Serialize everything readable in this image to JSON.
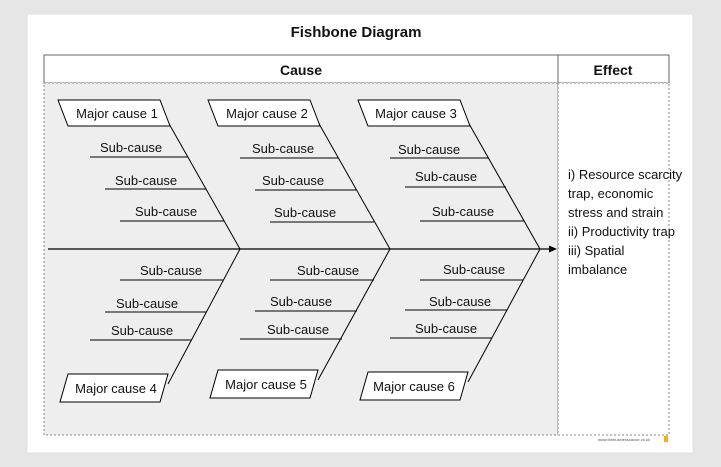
{
  "diagram": {
    "title": "Fishbone Diagram",
    "cause_header": "Cause",
    "effect_header": "Effect",
    "effect_lines": [
      "i) Resource scarcity trap, economic stress and strain",
      "ii) Productivity trap",
      "iii) Spatial imbalance"
    ],
    "major_causes": [
      "Major cause 1",
      "Major cause 2",
      "Major cause 3",
      "Major cause 4",
      "Major cause 5",
      "Major cause 6"
    ],
    "sub_cause_label": "Sub-cause",
    "watermark": "www.thebusinesscause.co.uk"
  },
  "colors": {
    "background": "#e6e6e6",
    "panel": "#ffffff",
    "cause_area": "#eeeeee",
    "line": "#000000",
    "border": "#777777"
  }
}
